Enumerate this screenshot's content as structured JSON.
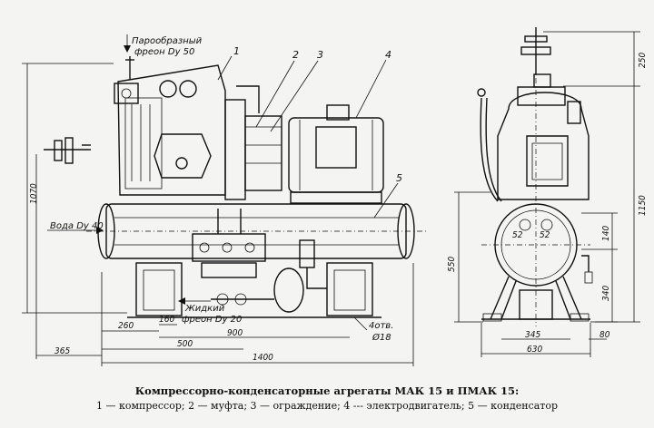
{
  "caption": {
    "title": "Компрессорно-конденсаторные агрегаты МАК 15 и ПМАК 15:",
    "legend": "1 — компрессор;  2 — муфта;  3 — ограждение;   4 --- электродвигатель;   5 — конденсатор"
  },
  "labels": {
    "vapor_freon": "Парообразный",
    "vapor_freon_dn": "фреон Dу 50",
    "water": "Вода Dу 40",
    "liquid": "Жидкий",
    "liquid_freon_dn": "фреон Dу 20",
    "holes": "4отв.",
    "hole_dia": "Ø18"
  },
  "callouts": [
    "1",
    "2",
    "3",
    "4",
    "5"
  ],
  "dimensions": {
    "d1070": "1070",
    "d260": "260",
    "d160": "160",
    "d900": "900",
    "d500": "500",
    "d365": "365",
    "d1400": "1400",
    "d250": "250",
    "d1150": "1150",
    "d550": "550",
    "d140": "140",
    "d340": "340",
    "d345": "345",
    "d80": "80",
    "d630": "630",
    "d52a": "52",
    "d52b": "52"
  }
}
